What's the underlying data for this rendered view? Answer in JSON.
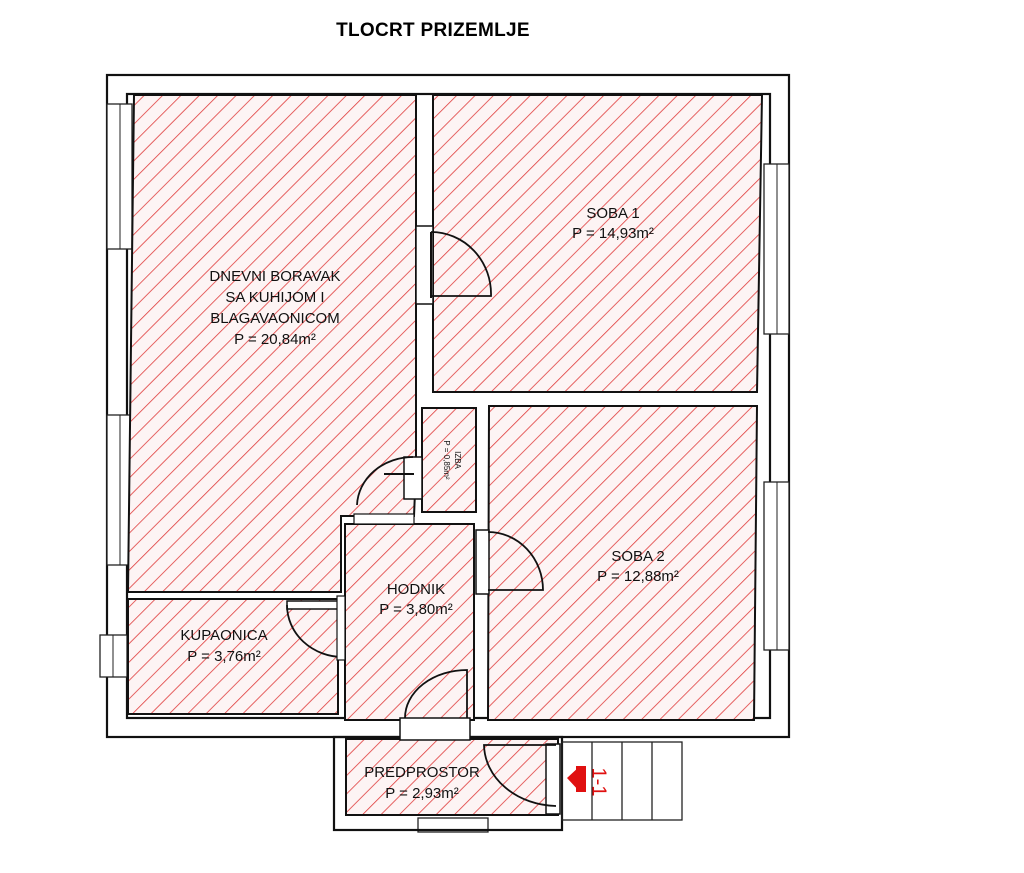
{
  "title": "TLOCRT PRIZEMLJE",
  "rooms": {
    "dnevni": {
      "line1": "DNEVNI BORAVAK",
      "line2": "SA KUHIJOM I",
      "line3": "BLAGAVAONICOM",
      "area": "P = 20,84m²"
    },
    "soba1": {
      "name": "SOBA 1",
      "area": "P = 14,93m²"
    },
    "soba2": {
      "name": "SOBA 2",
      "area": "P = 12,88m²"
    },
    "izba": {
      "name": "IZBA",
      "area": "P = 0,85m²"
    },
    "hodnik": {
      "name": "HODNIK",
      "area": "P = 3,80m²"
    },
    "kupaonica": {
      "name": "KUPAONICA",
      "area": "P = 3,76m²"
    },
    "predprostor": {
      "name": "PREDPROSTOR",
      "area": "P = 2,93m²"
    }
  },
  "section_marker": {
    "label": "1-1"
  },
  "colors": {
    "hatch": "#e03c3c",
    "hatch_bg": "#fbe9e9",
    "wall": "#111111",
    "marker": "#e01010"
  }
}
